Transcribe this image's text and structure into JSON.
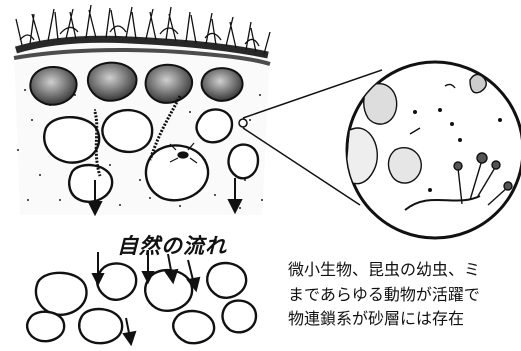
{
  "labels": {
    "natural_flow": "自然の流れ"
  },
  "caption_lines": [
    "微小生物、昆虫の幼虫、ミ",
    "まであらゆる動物が活躍で",
    "物連鎖系が砂層には存在"
  ],
  "colors": {
    "ink": "#111111",
    "background": "#ffffff"
  }
}
